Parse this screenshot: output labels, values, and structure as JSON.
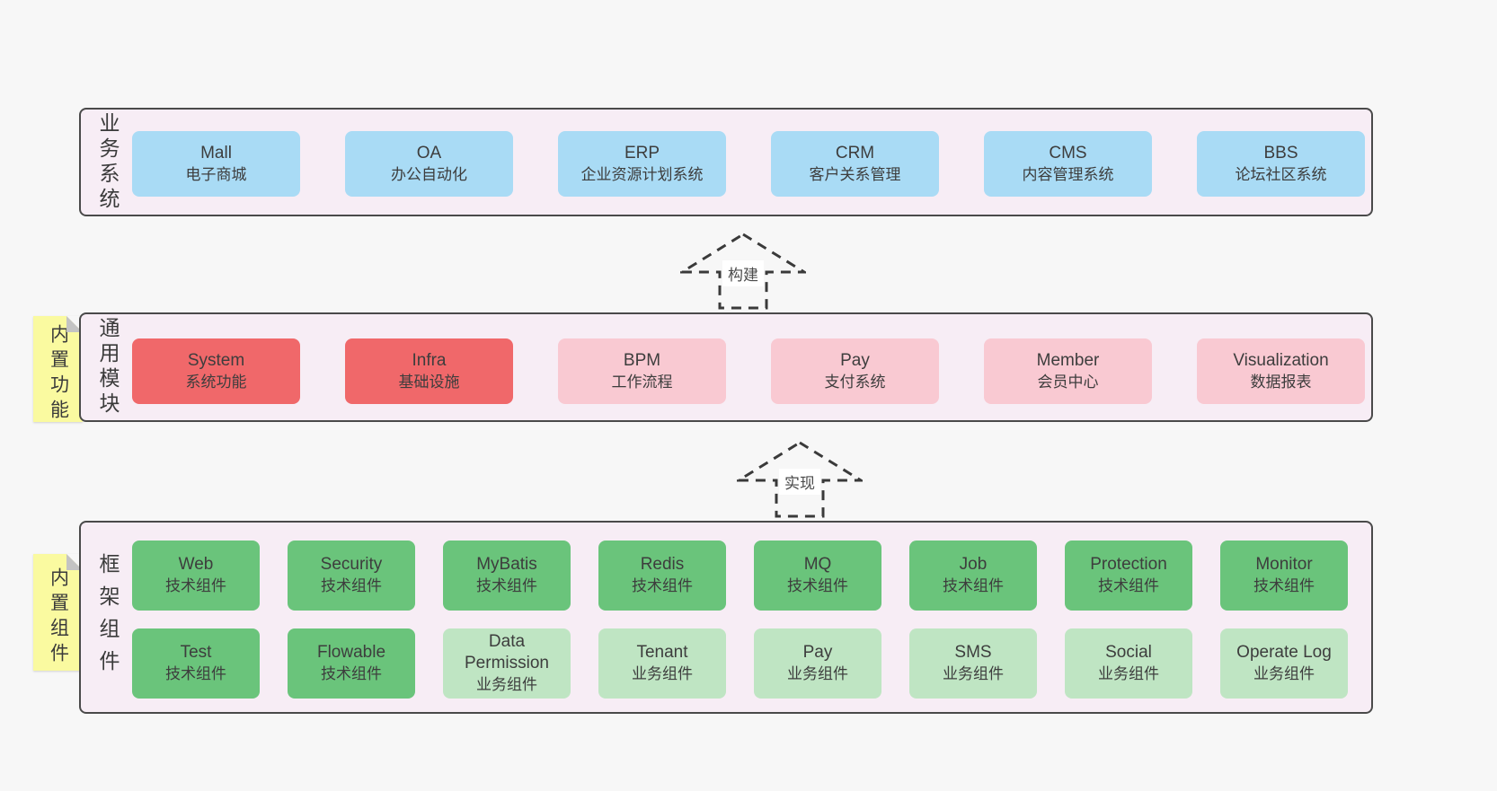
{
  "page": {
    "background": "#f7f7f7"
  },
  "colors": {
    "container_bg": "#f7edf5",
    "container_border": "#4a4a4a",
    "blue_box": "#a9dbf5",
    "red_box": "#f0686a",
    "pink_box": "#f9c9d2",
    "green_box": "#6ac47b",
    "light_green_box": "#bfe5c3",
    "note_yellow": "#fafaa0",
    "text": "#3d3d3d"
  },
  "arrows": [
    {
      "label": "构建"
    },
    {
      "label": "实现"
    }
  ],
  "layers": [
    {
      "side_label": "业务系统",
      "boxes": [
        {
          "en": "Mall",
          "zh": "电子商城"
        },
        {
          "en": "OA",
          "zh": "办公自动化"
        },
        {
          "en": "ERP",
          "zh": "企业资源计划系统"
        },
        {
          "en": "CRM",
          "zh": "客户关系管理"
        },
        {
          "en": "CMS",
          "zh": "内容管理系统"
        },
        {
          "en": "BBS",
          "zh": "论坛社区系统"
        }
      ]
    },
    {
      "side_label": "通用模块",
      "note": "内置功能",
      "boxes": [
        {
          "en": "System",
          "zh": "系统功能"
        },
        {
          "en": "Infra",
          "zh": "基础设施"
        },
        {
          "en": "BPM",
          "zh": "工作流程"
        },
        {
          "en": "Pay",
          "zh": "支付系统"
        },
        {
          "en": "Member",
          "zh": "会员中心"
        },
        {
          "en": "Visualization",
          "zh": "数据报表"
        }
      ]
    },
    {
      "side_label": "框架组件",
      "note": "内置组件",
      "rows": [
        [
          {
            "en": "Web",
            "zh": "技术组件"
          },
          {
            "en": "Security",
            "zh": "技术组件"
          },
          {
            "en": "MyBatis",
            "zh": "技术组件"
          },
          {
            "en": "Redis",
            "zh": "技术组件"
          },
          {
            "en": "MQ",
            "zh": "技术组件"
          },
          {
            "en": "Job",
            "zh": "技术组件"
          },
          {
            "en": "Protection",
            "zh": "技术组件"
          },
          {
            "en": "Monitor",
            "zh": "技术组件"
          }
        ],
        [
          {
            "en": "Test",
            "zh": "技术组件"
          },
          {
            "en": "Flowable",
            "zh": "技术组件"
          },
          {
            "en": "Data Permission",
            "zh": "业务组件"
          },
          {
            "en": "Tenant",
            "zh": "业务组件"
          },
          {
            "en": "Pay",
            "zh": "业务组件"
          },
          {
            "en": "SMS",
            "zh": "业务组件"
          },
          {
            "en": "Social",
            "zh": "业务组件"
          },
          {
            "en": "Operate Log",
            "zh": "业务组件"
          }
        ]
      ]
    }
  ]
}
